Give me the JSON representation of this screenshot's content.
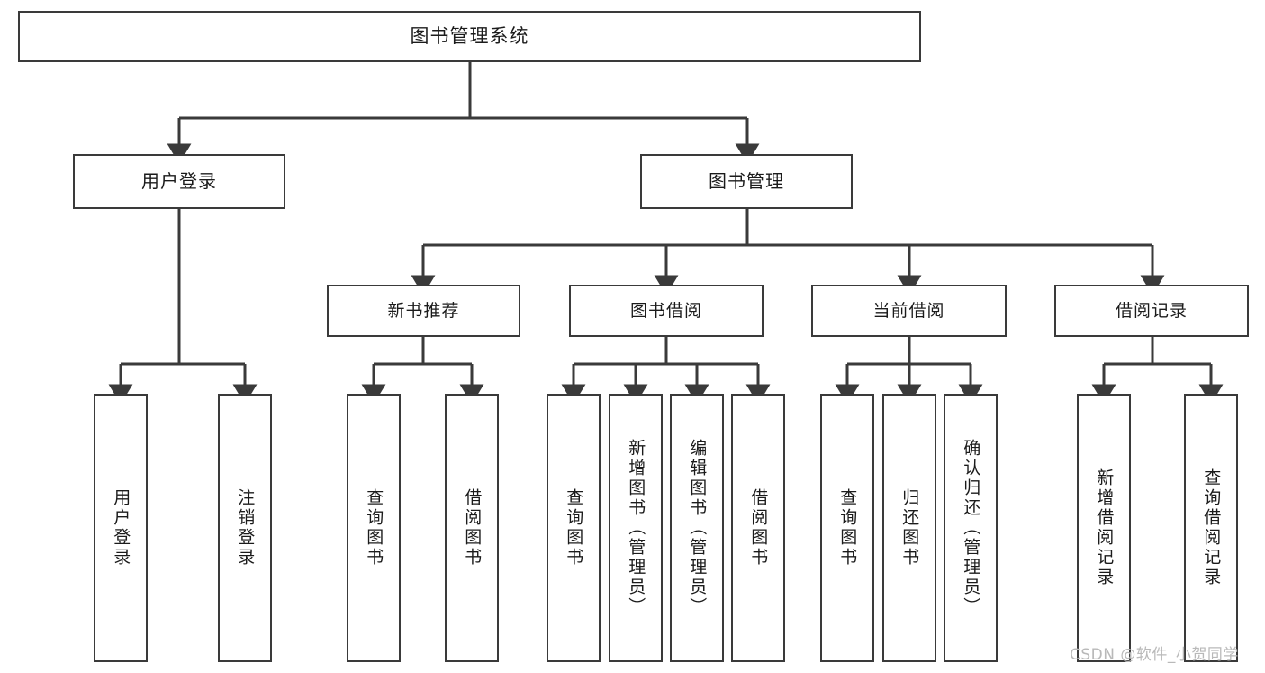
{
  "diagram": {
    "title": "图书管理系统",
    "type": "tree-hierarchy",
    "root": {
      "label": "图书管理系统"
    },
    "level2": [
      {
        "label": "用户登录"
      },
      {
        "label": "图书管理"
      }
    ],
    "level3": [
      {
        "label": "新书推荐"
      },
      {
        "label": "图书借阅"
      },
      {
        "label": "当前借阅"
      },
      {
        "label": "借阅记录"
      }
    ],
    "leaves": {
      "user_login": [
        {
          "label": "用户登录"
        },
        {
          "label": "注销登录"
        }
      ],
      "new_book_recommend": [
        {
          "label": "查询图书"
        },
        {
          "label": "借阅图书"
        }
      ],
      "book_borrow": [
        {
          "label": "查询图书"
        },
        {
          "label": "新增图书（管理员）"
        },
        {
          "label": "编辑图书（管理员）"
        },
        {
          "label": "借阅图书"
        }
      ],
      "current_borrow": [
        {
          "label": "查询图书"
        },
        {
          "label": "归还图书"
        },
        {
          "label": "确认归还（管理员）"
        }
      ],
      "borrow_record": [
        {
          "label": "新增借阅记录"
        },
        {
          "label": "查询借阅记录"
        }
      ]
    }
  },
  "watermark": {
    "text": "CSDN @软件_小贺同学"
  },
  "colors": {
    "stroke": "#3a3a3a",
    "text": "#1b1b1b",
    "background": "#ffffff",
    "watermark": "#b9b9b9"
  }
}
